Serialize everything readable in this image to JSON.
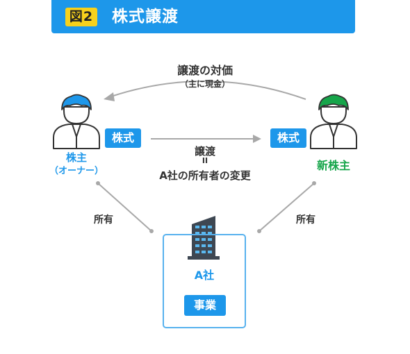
{
  "header": {
    "figure_badge": "図2",
    "title": "株式譲渡"
  },
  "top_arrow": {
    "label": "譲渡の対価",
    "sublabel": "（主に現金）"
  },
  "owner": {
    "label": "株主",
    "sublabel": "（オーナー）"
  },
  "new_owner": {
    "label": "新株主"
  },
  "stock_left": "株式",
  "stock_right": "株式",
  "transfer": {
    "line1": "譲渡",
    "line2": "II",
    "line3": "A社の所有者の変更"
  },
  "ownership_left": "所有",
  "ownership_right": "所有",
  "company": {
    "label": "A社",
    "business": "事業"
  },
  "colors": {
    "accent_blue": "#1d97ea",
    "green": "#16a54a",
    "arrow_gray": "#a8a8a8",
    "badge_yellow": "#f7d11c"
  }
}
